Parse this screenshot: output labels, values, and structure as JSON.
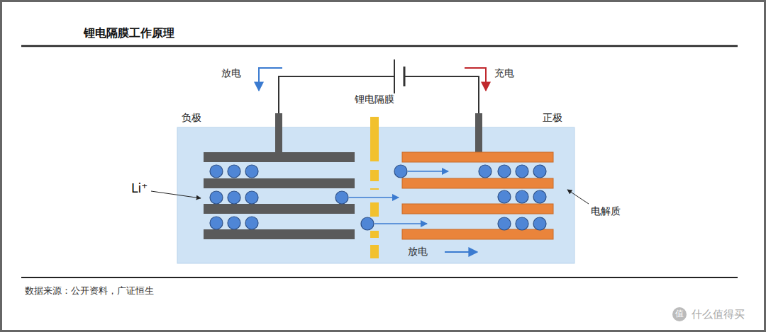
{
  "diagram": {
    "title": "锂电隔膜工作原理",
    "caption": "数据来源：公开资料，广证恒生",
    "nodes": [
      {
        "text": [
          "负极"
        ]
      },
      {
        "text": [
          "锂电隔膜"
        ]
      },
      {
        "text": [
          "正极"
        ]
      }
    ],
    "edges": [
      {
        "from": 0,
        "to": 2,
        "arrow": "none"
      }
    ],
    "labels": [
      "放电",
      "充电",
      "Li⁺",
      "电解质",
      "放电",
      "值",
      "什么值得买"
    ]
  }
}
